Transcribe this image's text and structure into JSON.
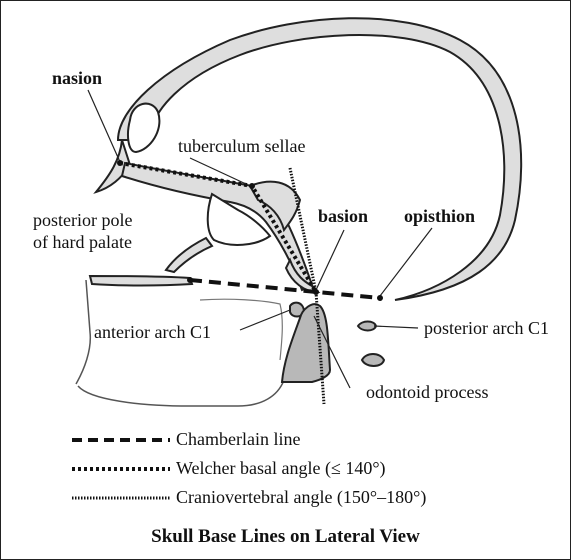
{
  "labels": {
    "nasion": "nasion",
    "tuberculum_sellae": "tuberculum sellae",
    "basion": "basion",
    "opisthion": "opisthion",
    "posterior_pole_line1": "posterior pole",
    "posterior_pole_line2": "of hard palate",
    "anterior_arch": "anterior arch C1",
    "posterior_arch": "posterior arch C1",
    "odontoid": "odontoid process"
  },
  "legend": [
    {
      "label": "Chamberlain line",
      "style": "dashed"
    },
    {
      "label": "Welcher basal angle (≤ 140°)",
      "style": "dotted"
    },
    {
      "label": "Craniovertebral angle (150°–180°)",
      "style": "fine-dotted"
    }
  ],
  "title": "Skull Base Lines on Lateral View",
  "colors": {
    "bone_fill": "#dedede",
    "vertebra_fill": "#b8b8b8",
    "outline": "#222222"
  }
}
